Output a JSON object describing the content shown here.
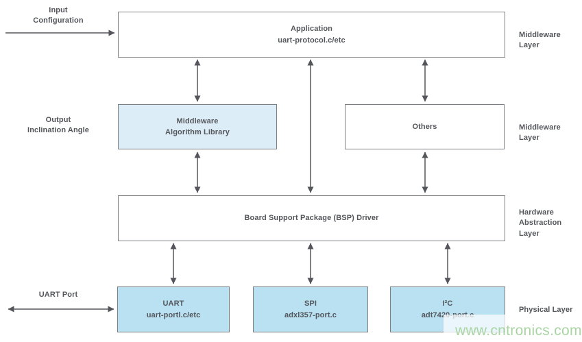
{
  "colors": {
    "box_border": "#7b7f82",
    "box_fill_white": "#ffffff",
    "box_fill_light_blue": "#ddedf7",
    "box_fill_blue": "#b9e1f2",
    "text": "#54565b",
    "arrow": "#54565b",
    "watermark_green": "#a9d4a3"
  },
  "left_labels": {
    "input": "Input\nConfiguration",
    "output": "Output\nInclination Angle",
    "uart_port": "UART Port"
  },
  "layer_labels": {
    "row1": "Middleware Layer",
    "row2": "Middleware Layer",
    "row3": "Hardware\nAbstraction Layer",
    "row4": "Physical Layer"
  },
  "boxes": {
    "application": {
      "title": "Application",
      "subtitle": "uart-protocol.c/etc"
    },
    "middleware_algorithm": {
      "title": "Middleware\nAlgorithm Library"
    },
    "others": {
      "title": "Others"
    },
    "bsp": {
      "title": "Board Support Package (BSP) Driver"
    },
    "uart": {
      "title": "UART",
      "subtitle": "uart-portl.c/etc"
    },
    "spi": {
      "title": "SPI",
      "subtitle": "adxl357-port.c"
    },
    "i2c": {
      "title": "I²C",
      "subtitle": "adt7420-port.c"
    }
  },
  "watermark": "www.cntronics.com"
}
